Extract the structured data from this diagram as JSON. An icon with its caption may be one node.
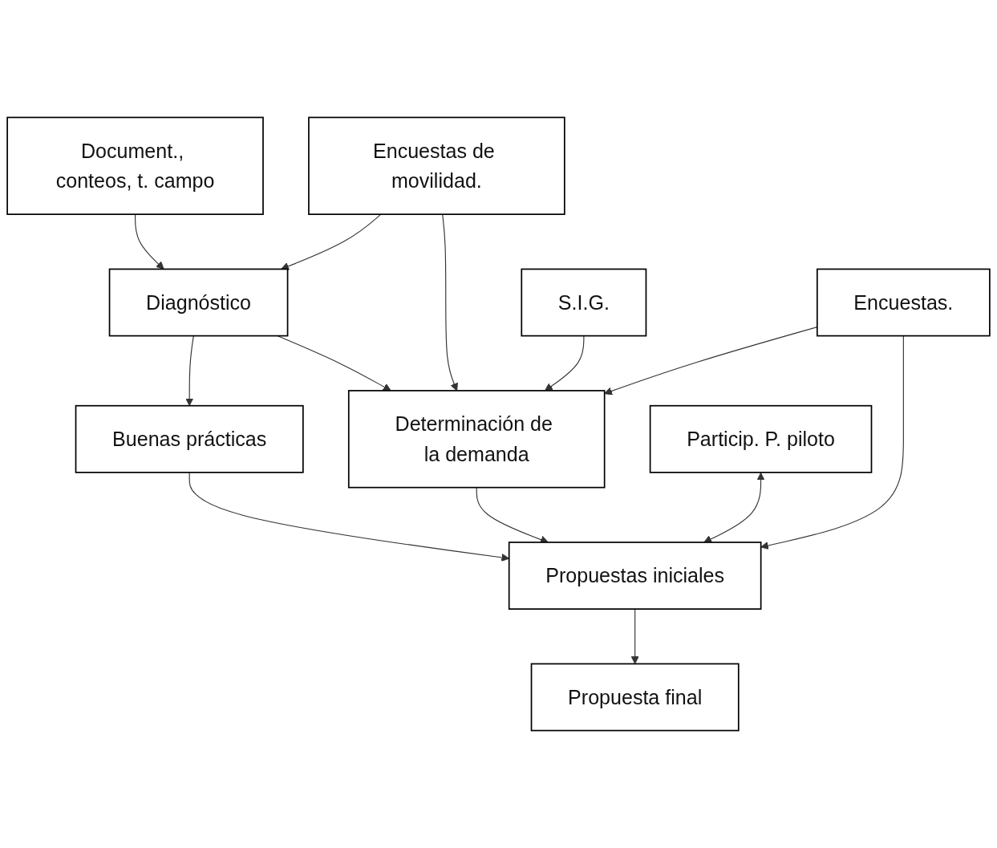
{
  "diagram": {
    "nodes": [
      {
        "text": [
          "Document., conteos, t. campo"
        ]
      },
      {
        "text": [
          "Diagnóstico"
        ]
      },
      {
        "text": [
          "Encuestas de movilidad."
        ]
      },
      {
        "text": [
          "Buenas prácticas"
        ]
      },
      {
        "text": [
          "Determinación de la demanda"
        ]
      },
      {
        "text": [
          "S.I.G."
        ]
      },
      {
        "text": [
          "Particip. P. piloto"
        ]
      },
      {
        "text": [
          "Propuestas iniciales"
        ]
      },
      {
        "text": [
          "Encuestas."
        ]
      },
      {
        "text": [
          "Propuesta final"
        ]
      }
    ],
    "edges": [
      {
        "from": 0,
        "to": 1,
        "arrow": "to"
      },
      {
        "from": 2,
        "to": 1,
        "arrow": "to"
      },
      {
        "from": 1,
        "to": 3,
        "arrow": "to"
      },
      {
        "from": 1,
        "to": 4,
        "arrow": "to"
      },
      {
        "from": 2,
        "to": 4,
        "arrow": "to"
      },
      {
        "from": 5,
        "to": 4,
        "arrow": "to"
      },
      {
        "from": 3,
        "to": 7,
        "arrow": "to"
      },
      {
        "from": 4,
        "to": 7,
        "arrow": "to"
      },
      {
        "from": 8,
        "to": 4,
        "arrow": "to"
      },
      {
        "from": 6,
        "to": 7,
        "arrow": "both"
      },
      {
        "from": 8,
        "to": 7,
        "arrow": "to"
      },
      {
        "from": 7,
        "to": 9,
        "arrow": "to"
      }
    ]
  }
}
